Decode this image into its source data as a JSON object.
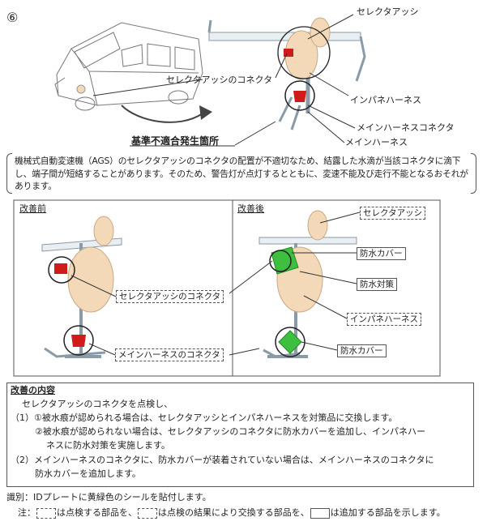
{
  "step_number": "⑥",
  "top_labels": {
    "selector_assy": "セレクタアッシ",
    "selector_connector": "セレクタアッシのコネクタ",
    "inpane_harness": "インパネハーネス",
    "main_harness_connector": "メインハーネスコネクタ",
    "main_harness": "メインハーネス",
    "defect_location": "基準不適合発生箇所"
  },
  "description": "機械式自動変速機（AGS）のセレクタアッシのコネクタの配置が不適切なため、結露した水滴が当該コネクタに滴下し、端子間が短絡することがあります。そのため、警告灯が点灯するとともに、変速不能及び走行不能となるおそれがあります。",
  "before": {
    "title": "改善前",
    "label_selector_connector": "セレクタアッシのコネクタ",
    "label_main_connector": "メインハーネスのコネクタ"
  },
  "after": {
    "title": "改善後",
    "label_selector_assy": "セレクタアッシ",
    "label_cover_1": "防水カバー",
    "label_waterproof": "防水対策",
    "label_inpane": "インパネハーネス",
    "label_cover_2": "防水カバー"
  },
  "improvement": {
    "title": "改善の内容",
    "lines": [
      "セレクタアッシのコネクタを点検し、",
      "（1）①被水痕が認められる場合は、セレクタアッシとインパネハーネスを対策品に交換します。",
      "②被水痕が認められない場合は、セレクタアッシのコネクタに防水カバーを追加し、インパネハー",
      "ネスに防水対策を実施します。",
      "（2）メインハーネスのコネクタに、防水カバーが装着されていない場合は、メインハーネスのコネクタに",
      "防水カバーを追加します。"
    ]
  },
  "identification": "識別：IDプレートに黄緑色のシールを貼付します。",
  "note": {
    "prefix": "注：",
    "part1": "は点検する部品を、",
    "part2": "は点検の結果により交換する部品を、",
    "part3": "は追加する部品を示します。"
  },
  "colors": {
    "connector_red": "#d11a1a",
    "cover_green": "#3fbf3f",
    "part_beige": "#f3d9b8",
    "circle": "#222222"
  }
}
